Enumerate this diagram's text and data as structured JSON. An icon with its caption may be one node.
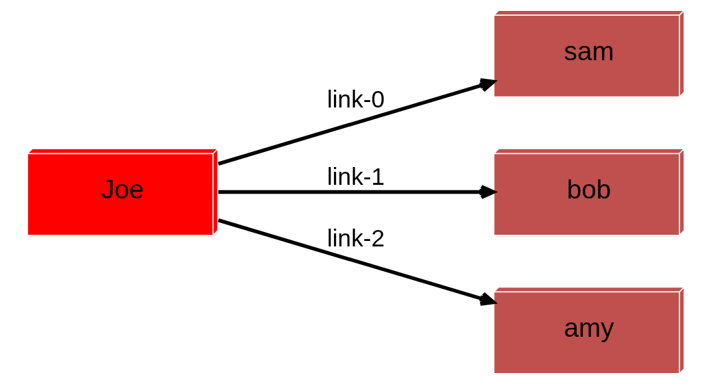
{
  "diagram": {
    "nodes": [
      {
        "text": [
          "Joe"
        ]
      },
      {
        "text": [
          "sam"
        ]
      },
      {
        "text": [
          "bob"
        ]
      },
      {
        "text": [
          "amy"
        ]
      }
    ],
    "edges": [
      {
        "from": 0,
        "to": 1,
        "arrow": "to",
        "label": "link-0"
      },
      {
        "from": 0,
        "to": 2,
        "arrow": "to",
        "label": "link-1"
      },
      {
        "from": 0,
        "to": 3,
        "arrow": "to",
        "label": "link-2"
      }
    ]
  }
}
